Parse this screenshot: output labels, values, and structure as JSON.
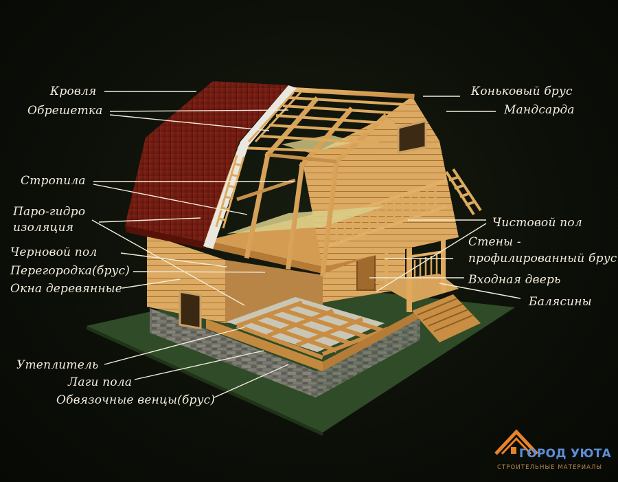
{
  "labels": {
    "roof": "Кровля",
    "lathing": "Обрешетка",
    "rafters": "Стропила",
    "vapor_1": "Паро-гидро",
    "vapor_2": "изоляция",
    "subfloor": "Черновой пол",
    "partition": "Перегородка(брус)",
    "windows": "Окна деревянные",
    "insulation": "Утеплитель",
    "joists": "Лаги пола",
    "crowns": "Обвязочные венцы(брус)",
    "ridge": "Коньковый брус",
    "mansard": "Мандсарда",
    "finish_floor": "Чистовой пол",
    "walls_1": "Стены -",
    "walls_2": "профилированный брус",
    "door": "Входная дверь",
    "balusters": "Балясины"
  },
  "logo": {
    "name": "ГОРОД УЮТА",
    "subtitle": "СТРОИТЕЛЬНЫЕ МАТЕРИАЛЫ"
  },
  "colors": {
    "background": "#0d1109",
    "ground": "#2e4a26",
    "roof": "#7a1f14",
    "wood": "#d9a55a",
    "label": "#f4eedf",
    "logo_orange": "#e8822a",
    "logo_blue": "#5b8fd6"
  }
}
